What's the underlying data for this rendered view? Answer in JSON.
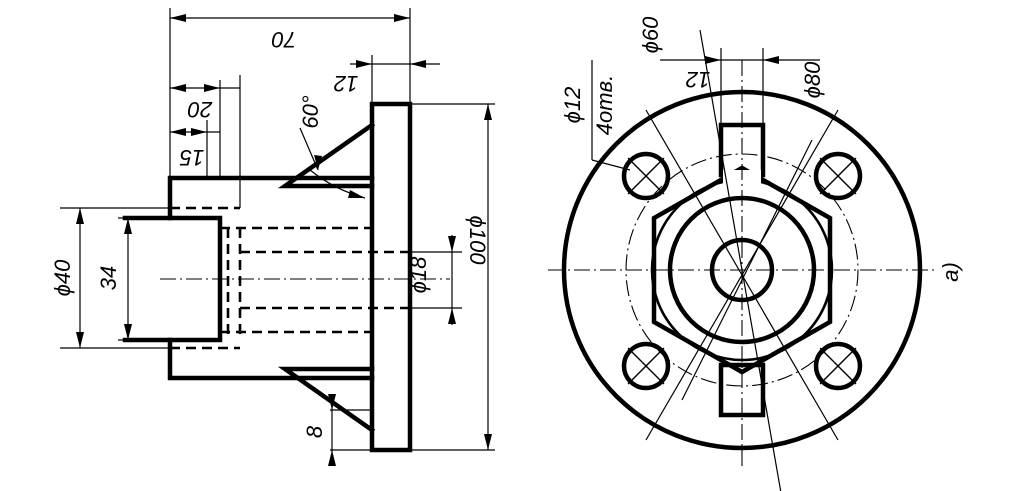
{
  "side_view": {
    "dim_overall_length": "70",
    "dim_flange_thickness": "12",
    "dim_step_20": "20",
    "dim_step_15": "15",
    "dim_rib_angle": "60°",
    "dim_flange_diameter": "ϕ100",
    "dim_bore_diameter": "ϕ18",
    "dim_boss_diameter": "ϕ40",
    "dim_boss_height": "34",
    "dim_rib_thickness": "8"
  },
  "front_view": {
    "dim_key_width": "12",
    "dim_center_circle": "ϕ60",
    "dim_hole_circle": "ϕ80",
    "dim_holes_diameter": "ϕ12",
    "dim_holes_count": "4отв.",
    "view_label": "а)"
  }
}
